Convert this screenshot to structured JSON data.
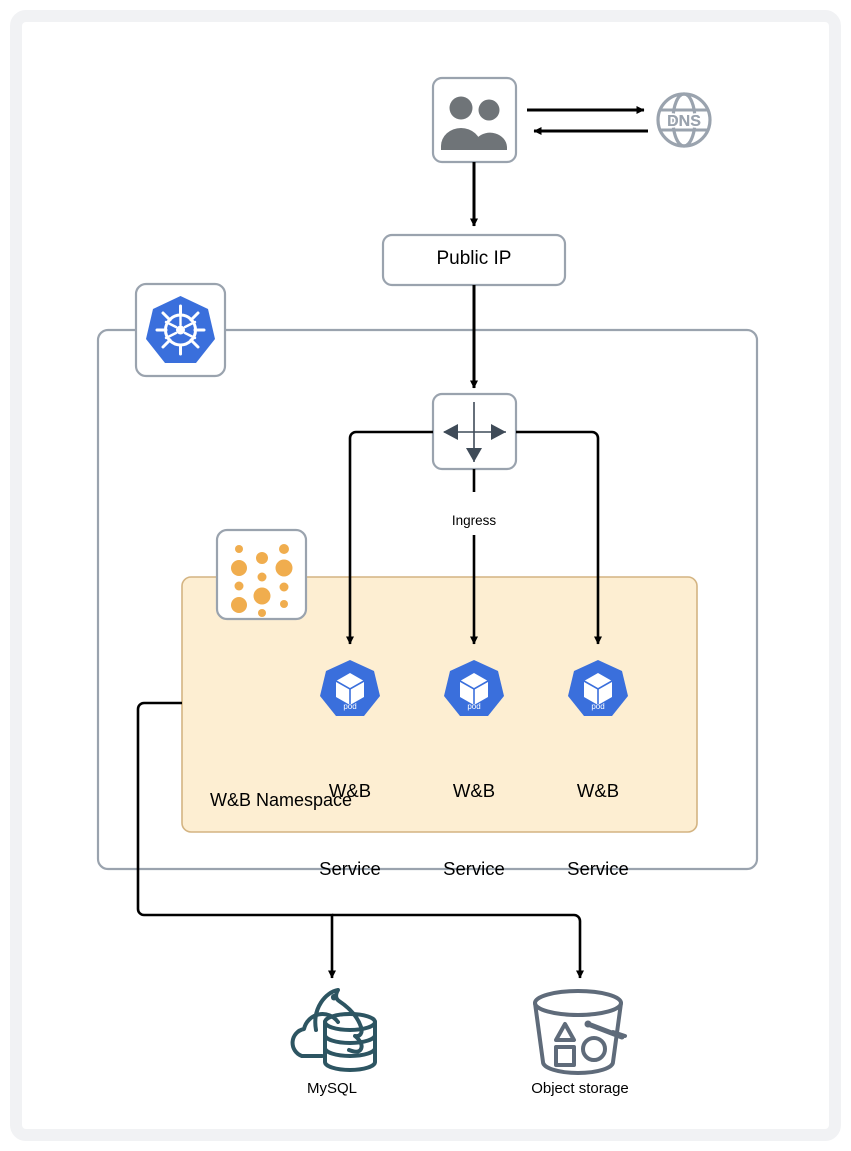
{
  "diagram": {
    "title": "W&B Kubernetes deployment architecture",
    "nodes": {
      "users": {
        "label": "",
        "icon": "users-icon"
      },
      "dns": {
        "label": "DNS",
        "icon": "globe-dns-icon"
      },
      "public_ip": {
        "label": "Public IP"
      },
      "kubernetes_cluster": {
        "label": "",
        "icon": "kubernetes-wheel-icon"
      },
      "ingress": {
        "label": "Ingress",
        "icon": "ingress-arrows-icon"
      },
      "namespace": {
        "label": "W&B Namespace",
        "icon": "namespace-dots-icon"
      },
      "service_1": {
        "label": "W&B\nService",
        "line1": "W&B",
        "line2": "Service",
        "icon": "k8s-pod-icon",
        "badge": "pod"
      },
      "service_2": {
        "label": "W&B\nService",
        "line1": "W&B",
        "line2": "Service",
        "icon": "k8s-pod-icon",
        "badge": "pod"
      },
      "service_3": {
        "label": "W&B\nService",
        "line1": "W&B",
        "line2": "Service",
        "icon": "k8s-pod-icon",
        "badge": "pod"
      },
      "mysql": {
        "label": "MySQL",
        "icon": "mysql-dolphin-icon"
      },
      "object_storage": {
        "label": "Object storage",
        "icon": "bucket-icon"
      }
    },
    "edges": [
      {
        "from": "users",
        "to": "dns",
        "direction": "right"
      },
      {
        "from": "dns",
        "to": "users",
        "direction": "left"
      },
      {
        "from": "users",
        "to": "public_ip",
        "direction": "down"
      },
      {
        "from": "public_ip",
        "to": "ingress",
        "direction": "down"
      },
      {
        "from": "ingress",
        "to": "service_1",
        "direction": "down"
      },
      {
        "from": "ingress",
        "to": "service_2",
        "direction": "down"
      },
      {
        "from": "ingress",
        "to": "service_3",
        "direction": "down"
      },
      {
        "from": "namespace",
        "to": "mysql",
        "direction": "down"
      },
      {
        "from": "namespace",
        "to": "object_storage",
        "direction": "down"
      }
    ],
    "colors": {
      "kubernetes_blue": "#3a6fdc",
      "namespace_fill": "#fdeed2",
      "namespace_stroke": "#d4b482",
      "box_stroke": "#9aa3ae",
      "icon_gray": "#9aa3ae",
      "users_gray": "#6f7478",
      "ingress_arrow": "#3f4b58",
      "namespace_dots": "#f0ad4e",
      "mysql_teal": "#2d5562",
      "storage_gray": "#5f6b7a",
      "line_black": "#000000",
      "page_frame": "#f1f2f4"
    }
  }
}
